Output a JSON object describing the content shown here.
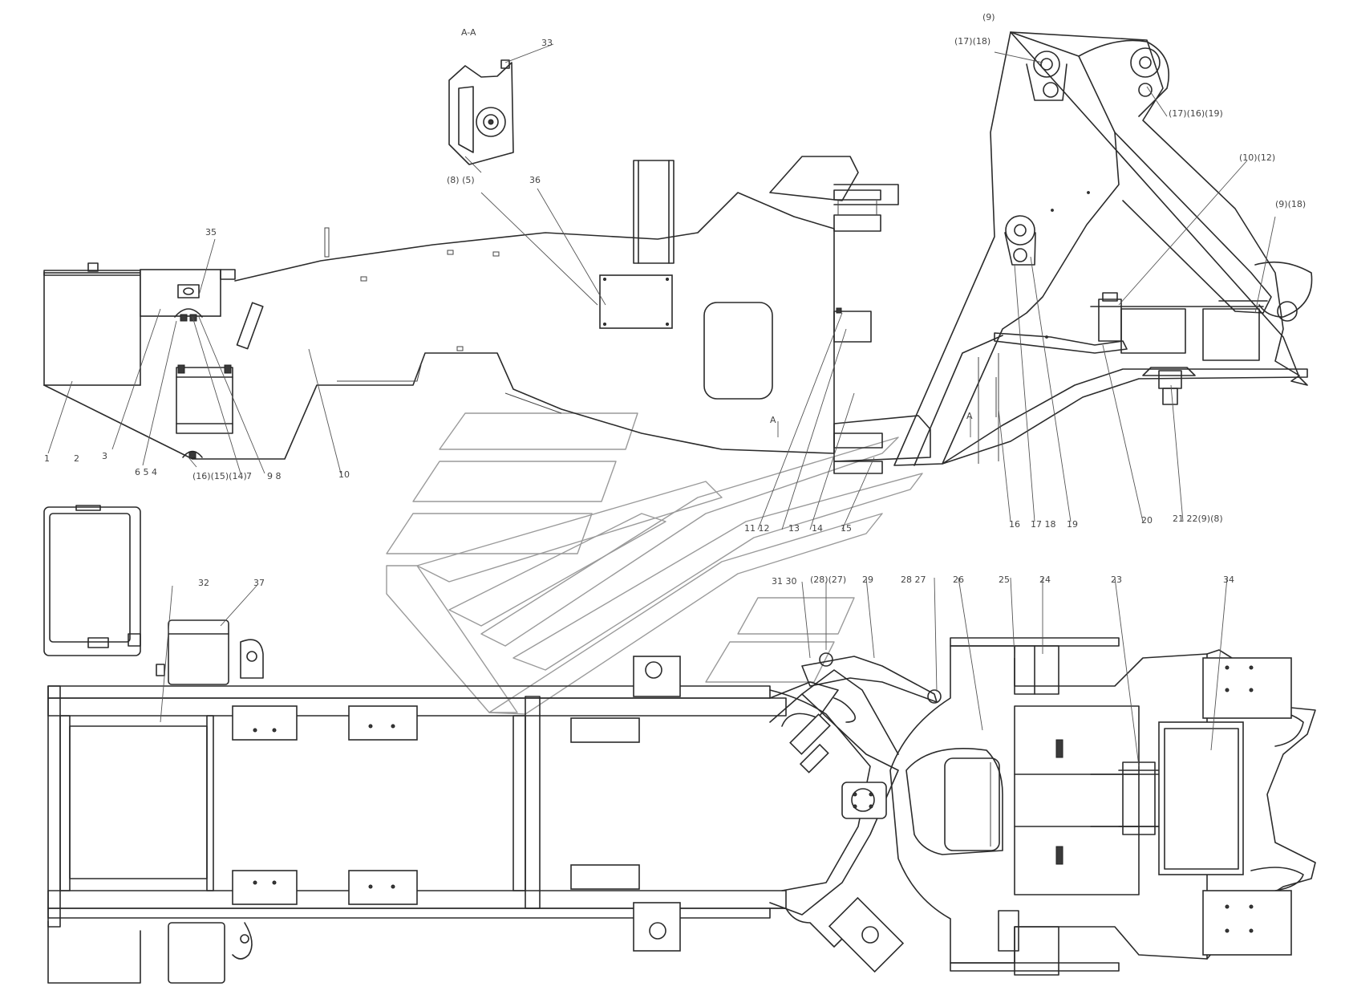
{
  "section_title": "A-A",
  "section_mark": "A",
  "callouts": {
    "c1": "1",
    "c2": "2",
    "c3": "3",
    "c4": "6 5 4",
    "c5": "(16)(15)(14)",
    "c7": "7",
    "c8": "9 8",
    "c10": "10",
    "c11": "11 12",
    "c13": "13",
    "c14": "14",
    "c15": "15",
    "c16": "16",
    "c17": "17 18",
    "c19": "19",
    "c20": "20",
    "c21": "21 22(9)(8)",
    "c23": "23",
    "c24": "24",
    "c25": "25",
    "c26": "26",
    "c27": "28 27",
    "c29": "29",
    "c30": "(28)(27)",
    "c31": "31 30",
    "c32": "32",
    "c34": "34",
    "c35": "35",
    "c36": "36",
    "c37": "37",
    "c33": "33",
    "c85": "(8) (5)",
    "c9": "(9)",
    "c1718": "(17)(18)",
    "c1716": "(17)(16)(19)",
    "c1012": "(10)(12)",
    "c918": "(9)(18)"
  }
}
